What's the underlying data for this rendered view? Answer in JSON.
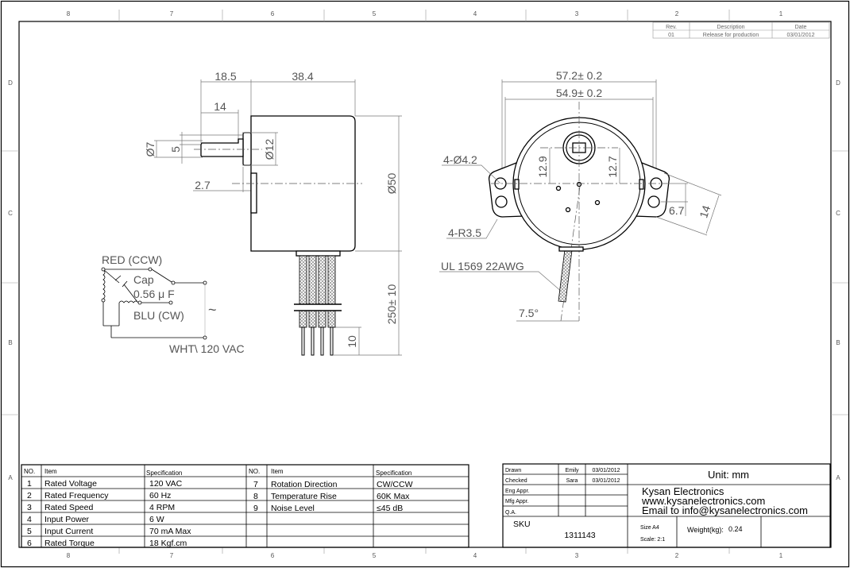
{
  "zones": {
    "columns": [
      "8",
      "7",
      "6",
      "5",
      "4",
      "3",
      "2",
      "1"
    ],
    "rows": [
      "D",
      "C",
      "B",
      "A"
    ]
  },
  "revision": {
    "headers": [
      "Rev.",
      "Description",
      "Date"
    ],
    "rows": [
      [
        "01",
        "Release for production",
        "03/01/2012"
      ]
    ]
  },
  "side_view": {
    "dim_shaft_total": "18.5",
    "dim_body": "38.4",
    "dim_shaft": "14",
    "dim_shaft_dia": "Ø7",
    "dim_flat": "5",
    "dim_hub_dia": "Ø12",
    "dim_offset": "2.7",
    "dim_body_dia": "Ø50",
    "dim_lead_length": "250± 10",
    "dim_strip": "10"
  },
  "wiring": {
    "red": "RED (CCW)",
    "cap": "Cap",
    "cap_value": "0.56 μ F",
    "blu": "BLU (CW)",
    "wht": "WHT\\ 120 VAC",
    "ac_symbol": "~"
  },
  "front_view": {
    "dim_outer": "57.2± 0.2",
    "dim_inner": "54.9± 0.2",
    "dim_holes": "4-Ø4.2",
    "dim_left_v": "12.9",
    "dim_right_v": "12.7",
    "dim_hole_spacing": "6.7",
    "dim_ear": "14",
    "dim_radius": "4-R3.5",
    "wire_spec": "UL 1569 22AWG",
    "dim_angle": "7.5°"
  },
  "specs": {
    "headers": [
      "NO.",
      "Item",
      "Specification",
      "NO.",
      "Item",
      "Specification"
    ],
    "left": [
      [
        "1",
        "Rated Voltage",
        "120 VAC"
      ],
      [
        "2",
        "Rated Frequency",
        "60 Hz"
      ],
      [
        "3",
        "Rated Speed",
        "4 RPM"
      ],
      [
        "4",
        "Input Power",
        "6 W"
      ],
      [
        "5",
        "Input Current",
        "70 mA Max"
      ],
      [
        "6",
        "Rated Torque",
        "18 Kgf.cm"
      ]
    ],
    "right": [
      [
        "7",
        "Rotation Direction",
        "CW/CCW"
      ],
      [
        "8",
        "Temperature Rise",
        "60K  Max"
      ],
      [
        "9",
        "Noise Level",
        "≤45 dB"
      ]
    ]
  },
  "title_block": {
    "approvals": [
      [
        "Drawn",
        "Emily",
        "03/01/2012"
      ],
      [
        "Checked",
        "Sara",
        "03/01/2012"
      ],
      [
        "Eng Appr.",
        "",
        ""
      ],
      [
        "Mfg Appr.",
        "",
        ""
      ],
      [
        "Q.A.",
        "",
        ""
      ]
    ],
    "unit": "Unit: mm",
    "company": "Kysan Electronics",
    "website": "www.kysanelectronics.com",
    "email": "Email to info@kysanelectronics.com",
    "sku_label": "SKU",
    "sku": "1311143",
    "size": "Size A4",
    "scale": "Scale: 2:1",
    "weight_label": "Weight(kg):",
    "weight": "0.24"
  }
}
